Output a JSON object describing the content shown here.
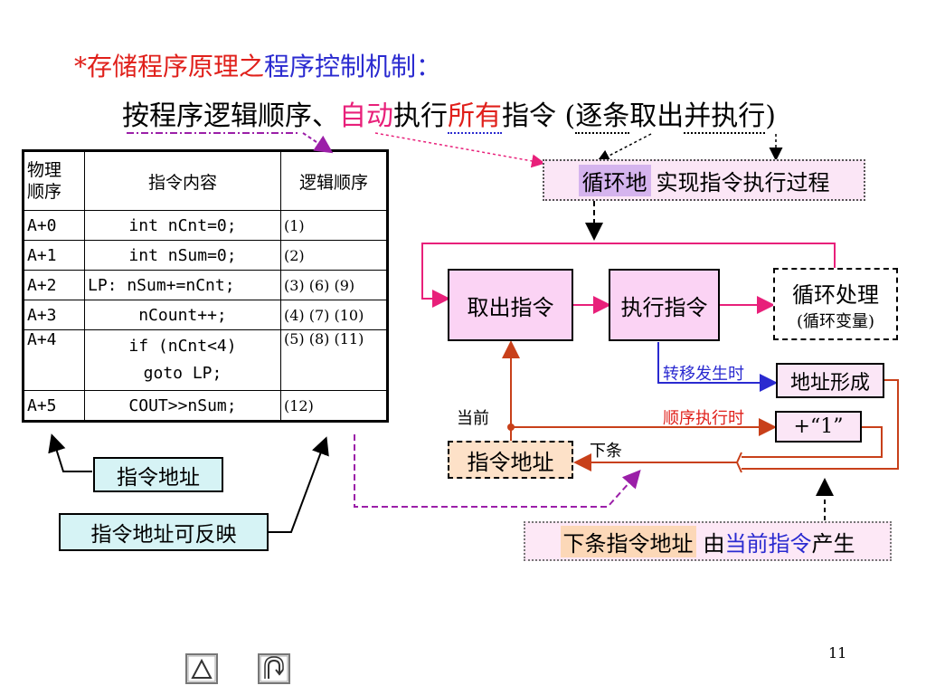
{
  "title": {
    "star": "*",
    "part1": "存储程序原理之",
    "part2": "程序控制机制",
    "colon": "："
  },
  "subtitle": {
    "a": "按程序逻辑顺序、",
    "b": "自动",
    "c": "执行",
    "d": "所有",
    "e": "指令",
    "f": "(",
    "g": "逐条",
    "h": "取出",
    "i": "并执行",
    "j": ")"
  },
  "table": {
    "headers": [
      "物理顺序",
      "指令内容",
      "逻辑顺序"
    ],
    "header_phys_lines": [
      "物理",
      "顺序"
    ],
    "rows": [
      {
        "addr": "A+0",
        "code": "int nCnt=0;",
        "order": "(1)"
      },
      {
        "addr": "A+1",
        "code": "int nSum=0;",
        "order": "(2)"
      },
      {
        "addr": "A+2",
        "code": "LP: nSum+=nCnt;",
        "order": "(3) (6) (9)"
      },
      {
        "addr": "A+3",
        "code": "nCount++;",
        "order": "(4) (7) (10)"
      },
      {
        "addr": "A+4",
        "code": "if (nCnt<4)",
        "code2": "goto LP;",
        "order": "(5) (8) (11)"
      },
      {
        "addr": "A+5",
        "code": "COUT>>nSum;",
        "order": "(12)"
      }
    ]
  },
  "loop_box": {
    "a": "循环地",
    "b": "实现指令执行过程"
  },
  "fetch": "取出指令",
  "execute": "执行指令",
  "loop_proc": {
    "line1": "循环处理",
    "line2": "(循环变量)"
  },
  "addr_form": "地址形成",
  "plus_one": "+“1”",
  "instr_addr": "指令地址",
  "labels": {
    "branch": "转移发生时",
    "seq": "顺序执行时",
    "current": "当前",
    "next": "下条"
  },
  "bottom_box": {
    "a": "下条指令地址",
    "b": "由",
    "c": "当前指令",
    "d": "产生"
  },
  "btn_addr": "指令地址",
  "btn_reflect": "指令地址可反映",
  "page_number": "11",
  "colors": {
    "red": "#e0201b",
    "blue": "#2a2ad0",
    "pink": "#e8207a",
    "purple": "#9b1fa8",
    "box_pink": "#fbd3f4"
  },
  "icons": [
    "triangle-home-icon",
    "return-icon"
  ]
}
